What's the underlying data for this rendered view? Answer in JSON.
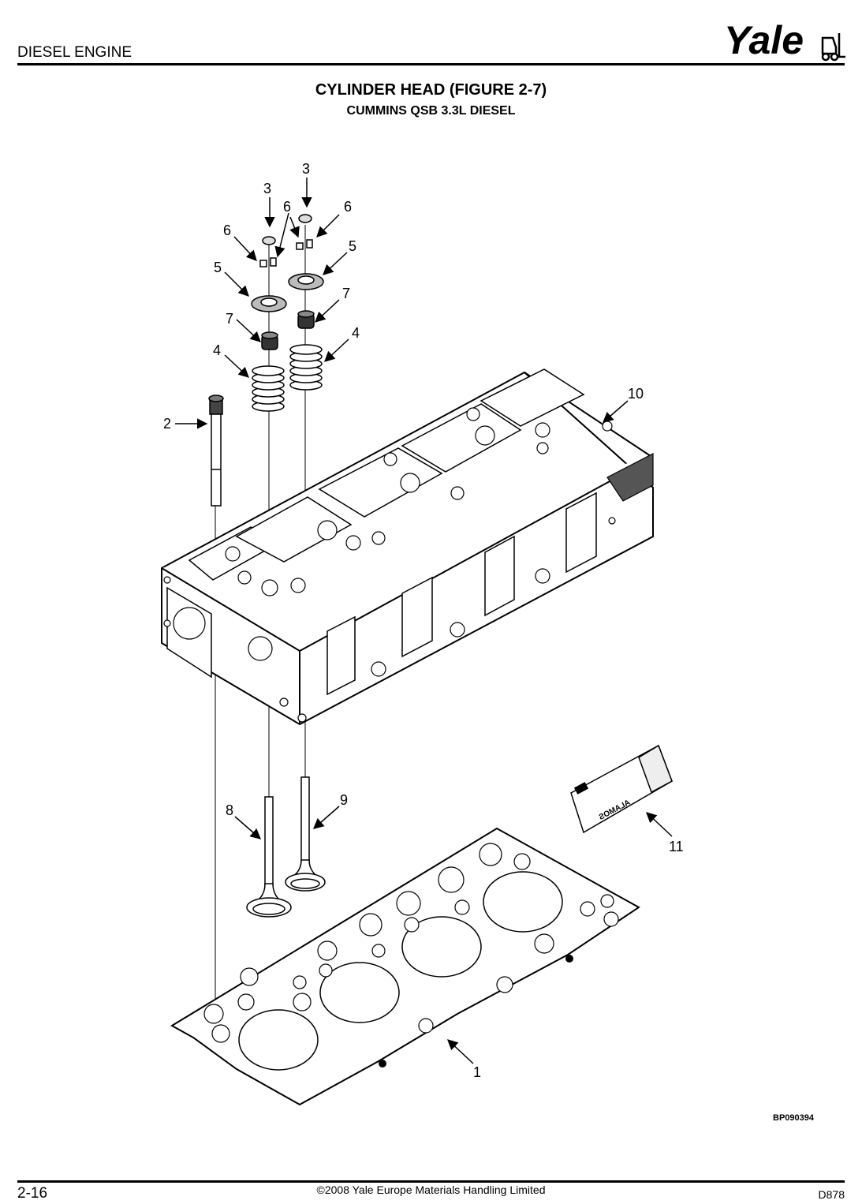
{
  "header": {
    "section": "DIESEL ENGINE",
    "logo_text": "Yale"
  },
  "figure": {
    "title": "CYLINDER HEAD (FIGURE 2-7)",
    "subtitle": "CUMMINS QSB 3.3L DIESEL",
    "reference_code": "BP090394",
    "decal_text": "ALAMOS"
  },
  "callouts": [
    {
      "id": "c-3a",
      "label": "3"
    },
    {
      "id": "c-3b",
      "label": "3"
    },
    {
      "id": "c-6a",
      "label": "6"
    },
    {
      "id": "c-6b",
      "label": "6"
    },
    {
      "id": "c-6c",
      "label": "6"
    },
    {
      "id": "c-5a",
      "label": "5"
    },
    {
      "id": "c-5b",
      "label": "5"
    },
    {
      "id": "c-7a",
      "label": "7"
    },
    {
      "id": "c-7b",
      "label": "7"
    },
    {
      "id": "c-4a",
      "label": "4"
    },
    {
      "id": "c-4b",
      "label": "4"
    },
    {
      "id": "c-2",
      "label": "2"
    },
    {
      "id": "c-10",
      "label": "10"
    },
    {
      "id": "c-8",
      "label": "8"
    },
    {
      "id": "c-9",
      "label": "9"
    },
    {
      "id": "c-11",
      "label": "11"
    },
    {
      "id": "c-1",
      "label": "1"
    }
  ],
  "footer": {
    "page": "2-16",
    "copyright": "©2008 Yale Europe Materials Handling Limited",
    "doc_code": "D878"
  }
}
